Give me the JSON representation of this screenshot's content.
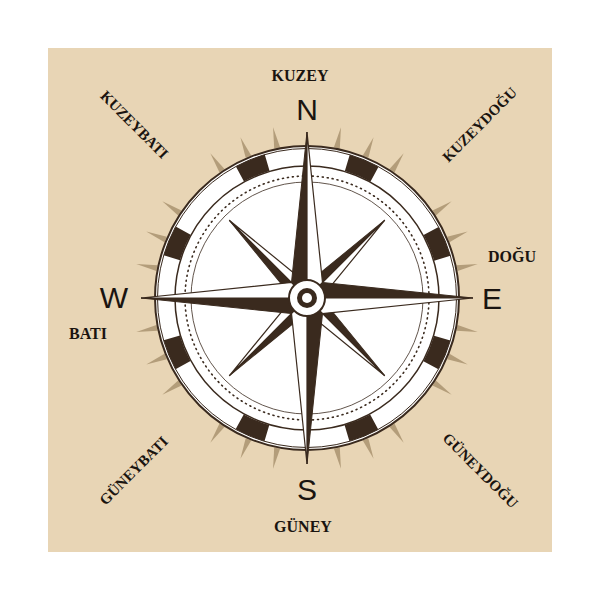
{
  "diagram": {
    "labels": [
      "KUZEYBATI",
      "KUZEY",
      "N",
      "KUZEYDOĞU",
      "DOĞU",
      "W",
      "E",
      "BATI",
      "GÜNEYBATI",
      "GÜNEYDOĞU",
      "S",
      "GÜNEY"
    ]
  }
}
